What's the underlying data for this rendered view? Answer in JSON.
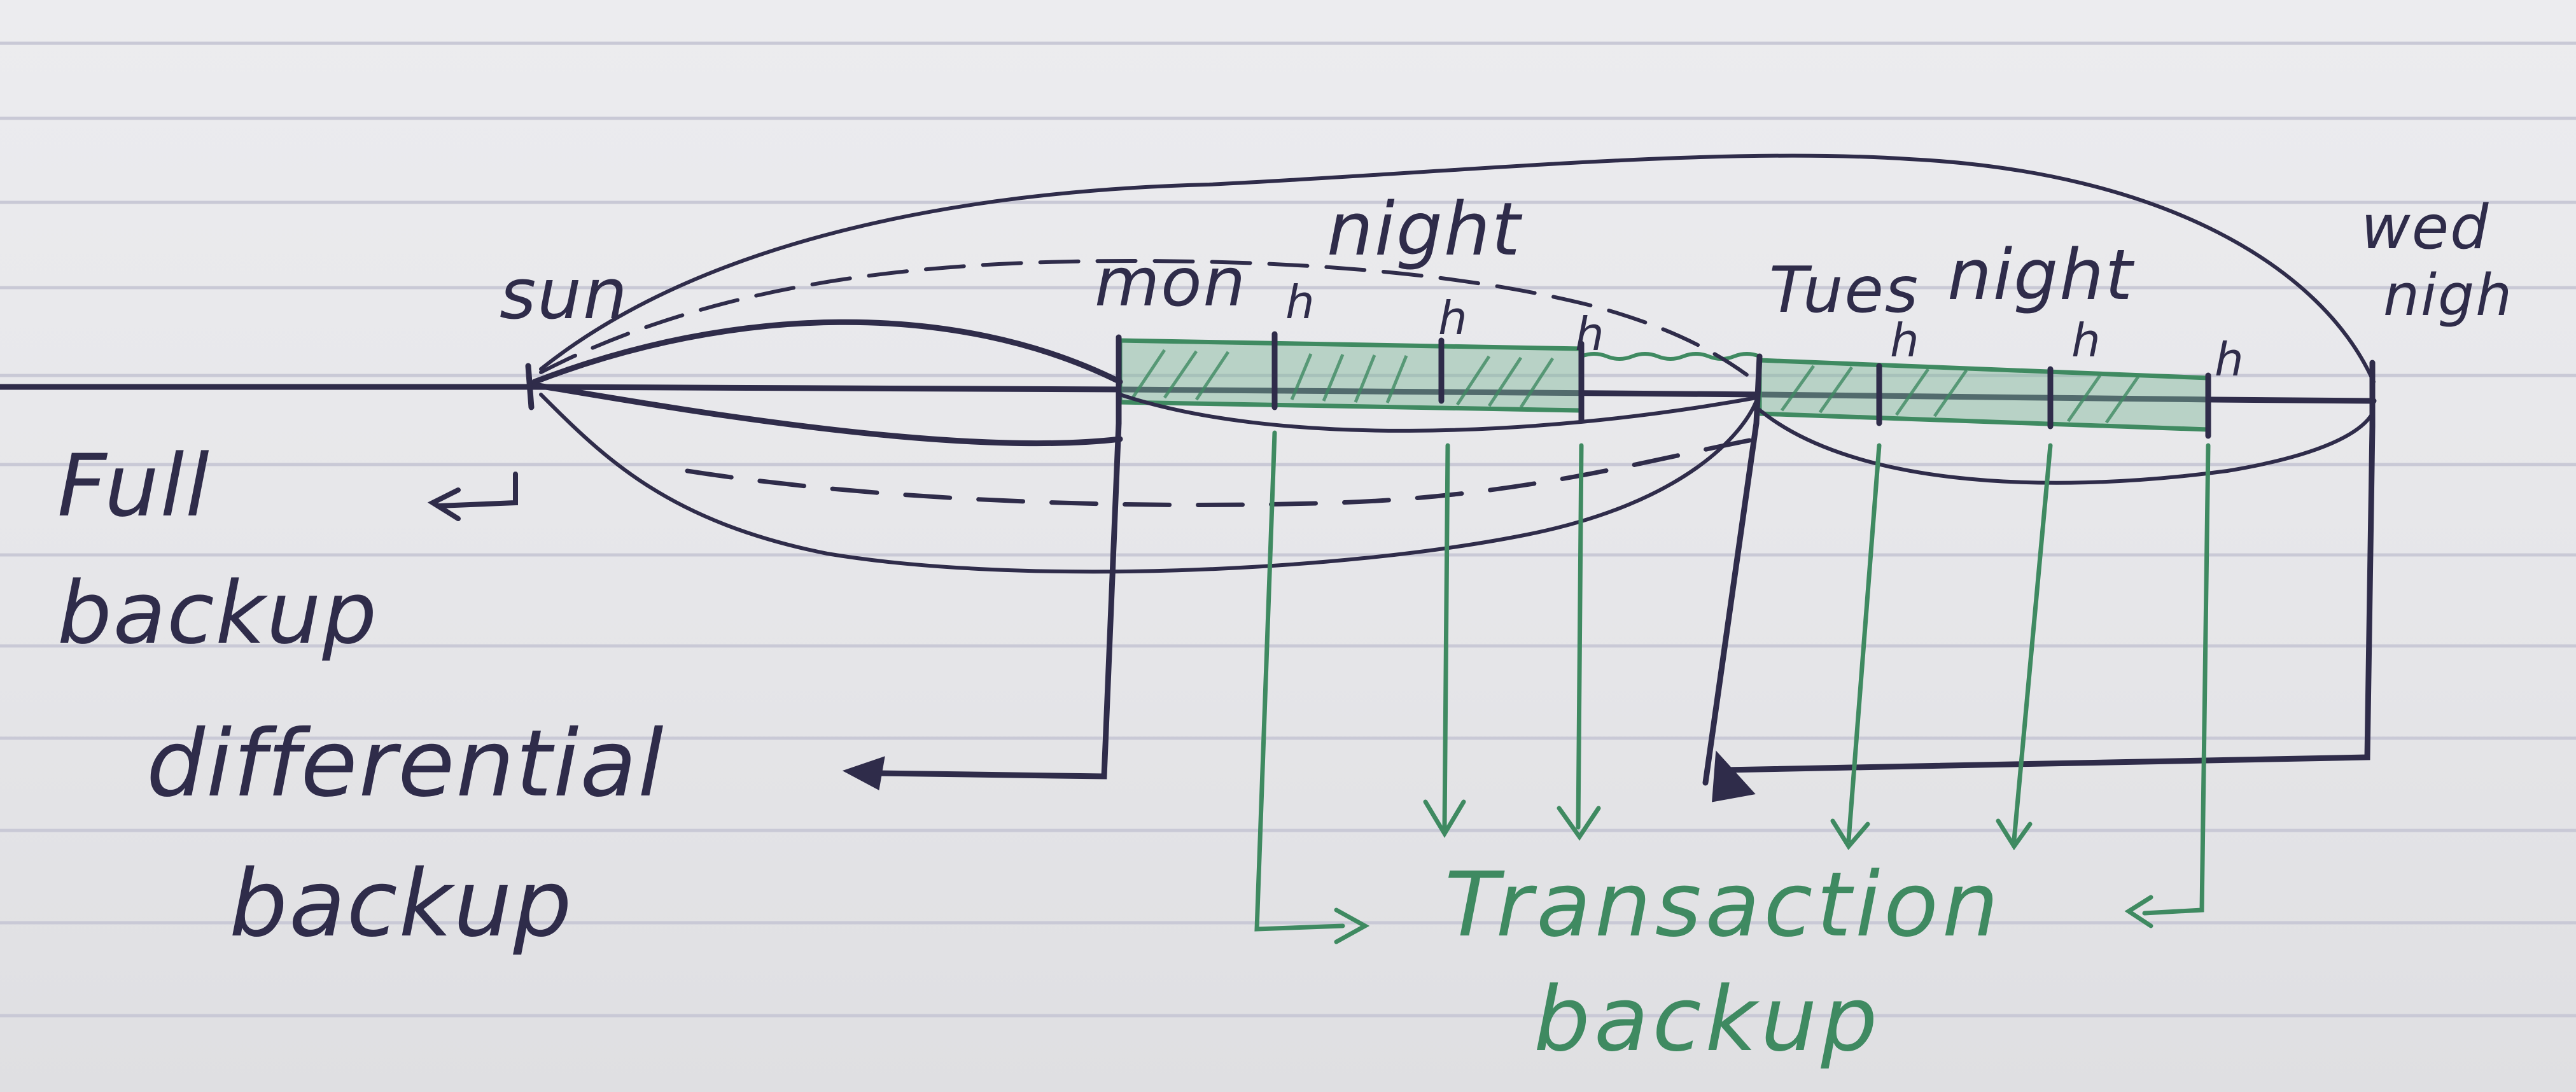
{
  "diagram": {
    "labels": {
      "full": "Full",
      "backup_1": "backup",
      "differential": "differential",
      "backup_2": "backup",
      "transaction": "Transaction",
      "backup_3": "backup"
    },
    "timeline": {
      "sun": "sun",
      "mon": "mon",
      "mon_night": "night",
      "tues": "Tues",
      "tues_night": "night",
      "wed": "wed",
      "wed_night": "nigh",
      "hourly_mark": "h"
    },
    "colors": {
      "ink": "#2f2c4a",
      "green_ink": "#3f8a61",
      "paper": "#e9e9eb",
      "ruled_line": "#c7c7d6"
    }
  }
}
